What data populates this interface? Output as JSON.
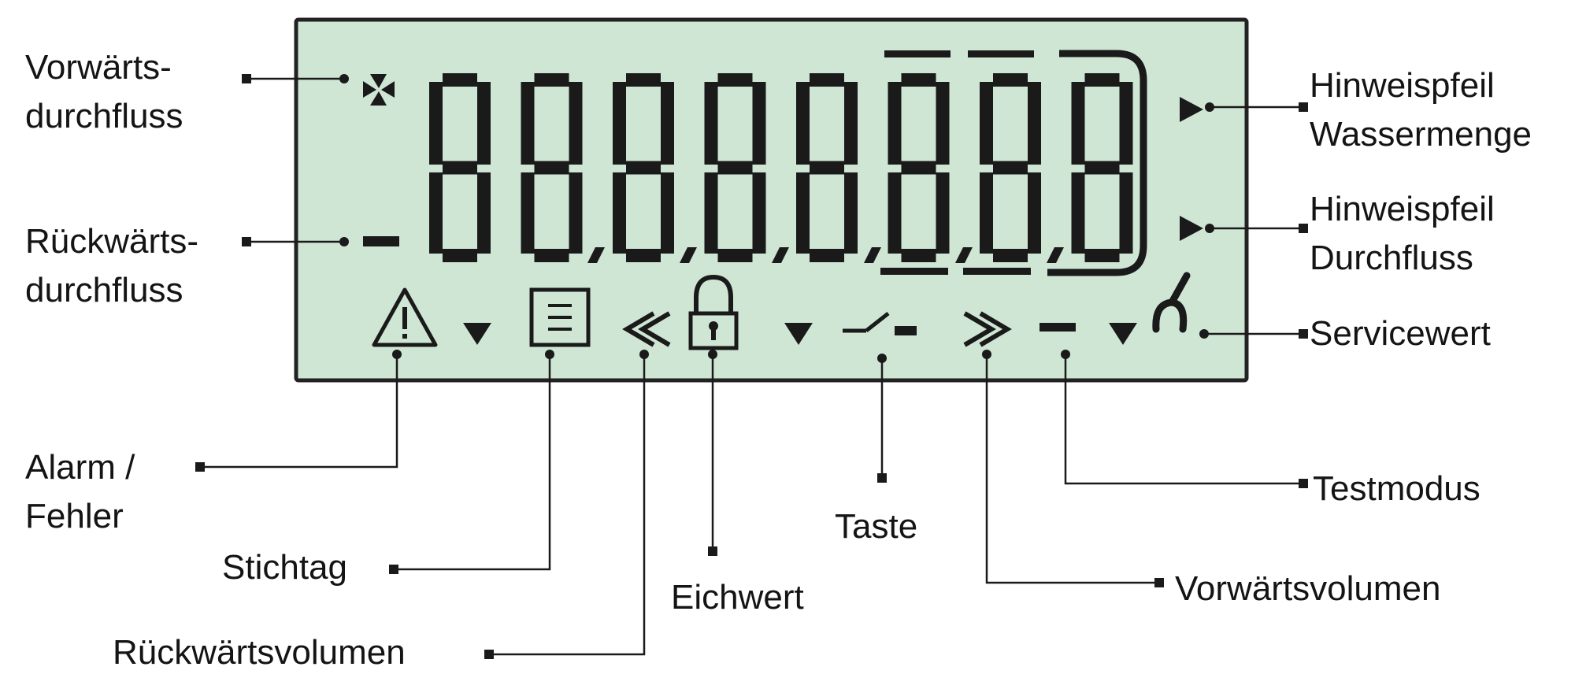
{
  "colors": {
    "lcd_background": "#cfe6d5",
    "lcd_border": "#222222",
    "segment": "#1a1a1a",
    "leader_line": "#1a1a1a",
    "label_text": "#141414"
  },
  "display": {
    "digit_count": 8,
    "digits_text": "88888888",
    "icons": [
      "plus-sign-icon",
      "minus-sign-icon",
      "warning-triangle-icon",
      "document-list-icon",
      "double-chevron-left-icon",
      "padlock-icon",
      "switch-icon",
      "double-chevron-right-icon",
      "dash-icon",
      "service-wrench-icon",
      "indicator-arrow-icon",
      "down-triangle-icon"
    ]
  },
  "labels": {
    "vorwaertsdurchfluss": [
      "Vorwärts-",
      "durchfluss"
    ],
    "rueckwaertsdurchfluss": [
      "Rückwärts-",
      "durchfluss"
    ],
    "hinweispfeil_wassermenge": [
      "Hinweispfeil",
      "Wassermenge"
    ],
    "hinweispfeil_durchfluss": [
      "Hinweispfeil",
      "Durchfluss"
    ],
    "servicewert": "Servicewert",
    "alarm_fehler": [
      "Alarm /",
      "Fehler"
    ],
    "stichtag": "Stichtag",
    "rueckwaertsvolumen": "Rückwärtsvolumen",
    "eichwert": "Eichwert",
    "taste": "Taste",
    "testmodus": "Testmodus",
    "vorwaertsvolumen": "Vorwärtsvolumen"
  }
}
